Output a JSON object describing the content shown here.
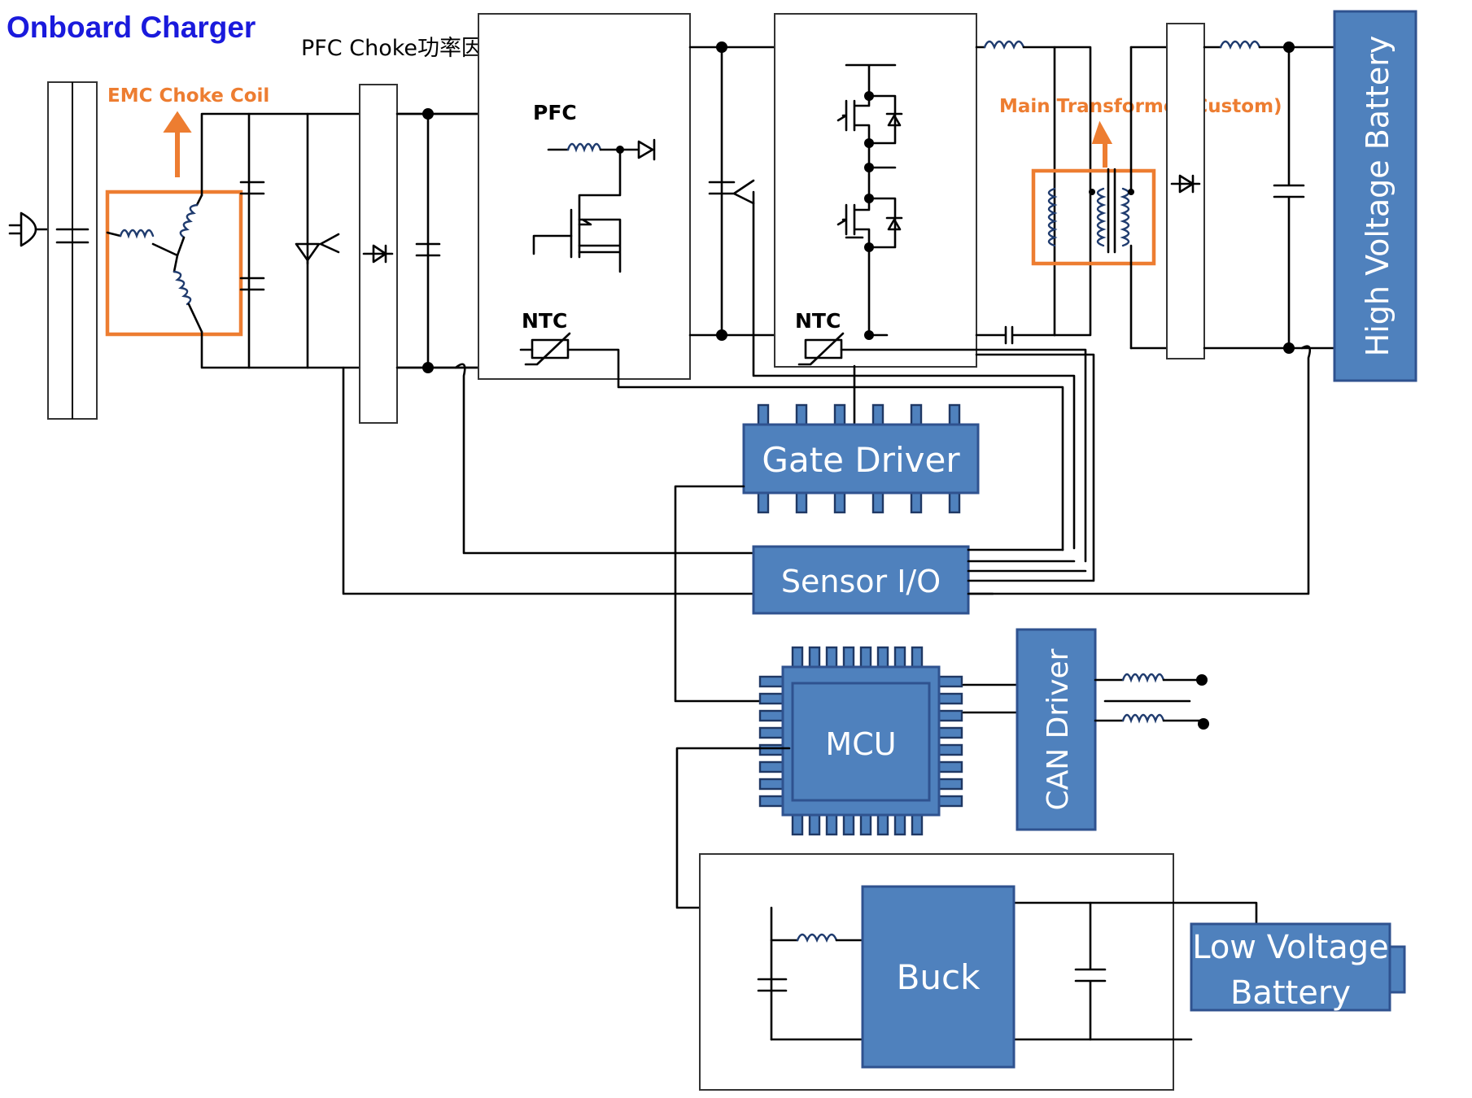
{
  "title": "Onboard Charger",
  "pfc_choke_label": "PFC Choke功率因數校正扼流圈",
  "emc_label": "EMC Choke Coil",
  "transformer_label": "Main Transformer(Custom)",
  "pfc_label": "PFC",
  "ntc_label_1": "NTC",
  "ntc_label_2": "NTC",
  "hv_battery": "High Voltage Battery",
  "gate_driver": "Gate Driver",
  "sensor_io": "Sensor I/O",
  "mcu": "MCU",
  "can_driver": "CAN Driver",
  "buck": "Buck",
  "lv_battery_line1": "Low Voltage",
  "lv_battery_line2": "Battery",
  "colors": {
    "title": "#1a1adc",
    "accent": "#ed7d31",
    "block": "#4f81bd"
  }
}
